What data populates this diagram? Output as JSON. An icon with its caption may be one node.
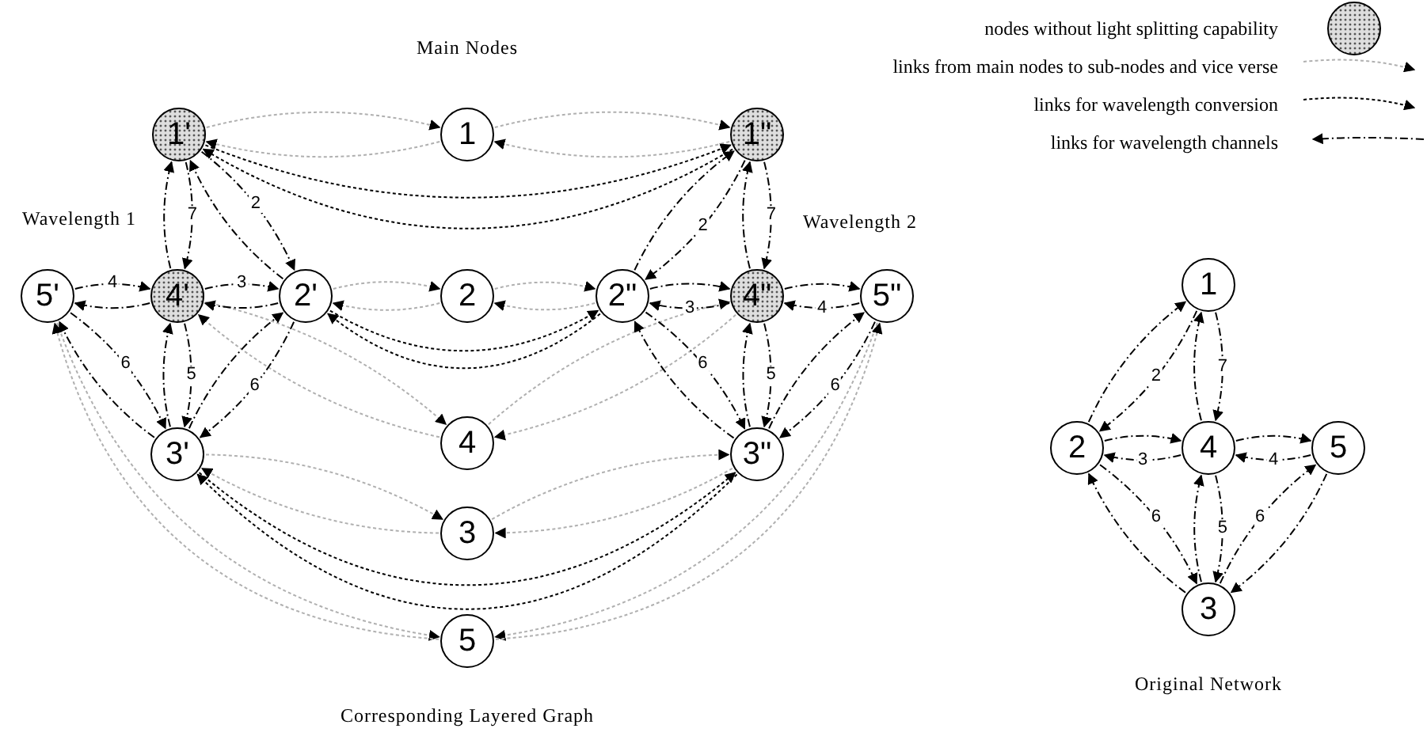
{
  "diagram": {
    "nodes": [
      {
        "text": [
          "1'"
        ]
      },
      {
        "text": [
          "1"
        ]
      },
      {
        "text": [
          "1\""
        ]
      },
      {
        "text": [
          "5'"
        ]
      },
      {
        "text": [
          "4'"
        ]
      },
      {
        "text": [
          "2'"
        ]
      },
      {
        "text": [
          "2"
        ]
      },
      {
        "text": [
          "2\""
        ]
      },
      {
        "text": [
          "4\""
        ]
      },
      {
        "text": [
          "5\""
        ]
      },
      {
        "text": [
          "3'"
        ]
      },
      {
        "text": [
          "4"
        ]
      },
      {
        "text": [
          "3\""
        ]
      },
      {
        "text": [
          "3"
        ]
      },
      {
        "text": [
          "5"
        ]
      },
      {
        "text": [
          "1"
        ]
      },
      {
        "text": [
          "2"
        ]
      },
      {
        "text": [
          "4"
        ]
      },
      {
        "text": [
          "5"
        ]
      },
      {
        "text": [
          "3"
        ]
      },
      {
        "text": [],
        "shape": "circle"
      }
    ],
    "edges": [
      {
        "from": 0,
        "to": 1,
        "arrow": "to",
        "style": "dashed",
        "color": "#b0b0b0"
      },
      {
        "from": 1,
        "to": 0,
        "arrow": "to",
        "style": "dashed",
        "color": "#b0b0b0"
      },
      {
        "from": 1,
        "to": 2,
        "arrow": "to",
        "style": "dashed",
        "color": "#b0b0b0"
      },
      {
        "from": 2,
        "to": 1,
        "arrow": "to",
        "style": "dashed",
        "color": "#b0b0b0"
      },
      {
        "from": 5,
        "to": 6,
        "arrow": "to",
        "style": "dashed",
        "color": "#b0b0b0"
      },
      {
        "from": 6,
        "to": 5,
        "arrow": "to",
        "style": "dashed",
        "color": "#b0b0b0"
      },
      {
        "from": 6,
        "to": 7,
        "arrow": "to",
        "style": "dashed",
        "color": "#b0b0b0"
      },
      {
        "from": 7,
        "to": 6,
        "arrow": "to",
        "style": "dashed",
        "color": "#b0b0b0"
      },
      {
        "from": 4,
        "to": 11,
        "arrow": "to",
        "style": "dashed",
        "color": "#b0b0b0"
      },
      {
        "from": 11,
        "to": 4,
        "arrow": "to",
        "style": "dashed",
        "color": "#b0b0b0"
      },
      {
        "from": 8,
        "to": 11,
        "arrow": "to",
        "style": "dashed",
        "color": "#b0b0b0"
      },
      {
        "from": 11,
        "to": 8,
        "arrow": "to",
        "style": "dashed",
        "color": "#b0b0b0"
      },
      {
        "from": 10,
        "to": 13,
        "arrow": "to",
        "style": "dashed",
        "color": "#b0b0b0"
      },
      {
        "from": 13,
        "to": 10,
        "arrow": "to",
        "style": "dashed",
        "color": "#b0b0b0"
      },
      {
        "from": 12,
        "to": 13,
        "arrow": "to",
        "style": "dashed",
        "color": "#b0b0b0"
      },
      {
        "from": 13,
        "to": 12,
        "arrow": "to",
        "style": "dashed",
        "color": "#b0b0b0"
      },
      {
        "from": 3,
        "to": 14,
        "arrow": "to",
        "style": "dashed",
        "color": "#b0b0b0"
      },
      {
        "from": 14,
        "to": 3,
        "arrow": "to",
        "style": "dashed",
        "color": "#b0b0b0"
      },
      {
        "from": 9,
        "to": 14,
        "arrow": "to",
        "style": "dashed",
        "color": "#b0b0b0"
      },
      {
        "from": 14,
        "to": 9,
        "arrow": "to",
        "style": "dashed",
        "color": "#b0b0b0"
      },
      {
        "from": 0,
        "to": 2,
        "arrow": "to",
        "style": "dashed"
      },
      {
        "from": 2,
        "to": 0,
        "arrow": "to",
        "style": "dashed"
      },
      {
        "from": 5,
        "to": 7,
        "arrow": "to",
        "style": "dashed"
      },
      {
        "from": 7,
        "to": 5,
        "arrow": "to",
        "style": "dashed"
      },
      {
        "from": 10,
        "to": 12,
        "arrow": "to",
        "style": "dashed"
      },
      {
        "from": 12,
        "to": 10,
        "arrow": "to",
        "style": "dashed"
      },
      {
        "from": 0,
        "to": 5,
        "arrow": "to",
        "label": "2"
      },
      {
        "from": 5,
        "to": 0,
        "arrow": "to"
      },
      {
        "from": 0,
        "to": 4,
        "arrow": "to",
        "label": "7"
      },
      {
        "from": 4,
        "to": 0,
        "arrow": "to"
      },
      {
        "from": 4,
        "to": 5,
        "arrow": "to",
        "label": "3"
      },
      {
        "from": 5,
        "to": 4,
        "arrow": "to"
      },
      {
        "from": 3,
        "to": 4,
        "arrow": "to",
        "label": "4"
      },
      {
        "from": 4,
        "to": 3,
        "arrow": "to"
      },
      {
        "from": 3,
        "to": 10,
        "arrow": "to",
        "label": "6"
      },
      {
        "from": 10,
        "to": 3,
        "arrow": "to"
      },
      {
        "from": 4,
        "to": 10,
        "arrow": "to",
        "label": "5"
      },
      {
        "from": 10,
        "to": 4,
        "arrow": "to"
      },
      {
        "from": 5,
        "to": 10,
        "arrow": "to",
        "label": "6"
      },
      {
        "from": 10,
        "to": 5,
        "arrow": "to"
      },
      {
        "from": 2,
        "to": 7,
        "arrow": "to",
        "label": "2"
      },
      {
        "from": 7,
        "to": 2,
        "arrow": "to"
      },
      {
        "from": 2,
        "to": 8,
        "arrow": "to",
        "label": "7"
      },
      {
        "from": 8,
        "to": 2,
        "arrow": "to"
      },
      {
        "from": 8,
        "to": 7,
        "arrow": "to",
        "label": "3"
      },
      {
        "from": 7,
        "to": 8,
        "arrow": "to"
      },
      {
        "from": 9,
        "to": 8,
        "arrow": "to",
        "label": "4"
      },
      {
        "from": 8,
        "to": 9,
        "arrow": "to"
      },
      {
        "from": 9,
        "to": 12,
        "arrow": "to",
        "label": "6"
      },
      {
        "from": 12,
        "to": 9,
        "arrow": "to"
      },
      {
        "from": 8,
        "to": 12,
        "arrow": "to",
        "label": "5"
      },
      {
        "from": 12,
        "to": 8,
        "arrow": "to"
      },
      {
        "from": 7,
        "to": 12,
        "arrow": "to",
        "label": "6"
      },
      {
        "from": 12,
        "to": 7,
        "arrow": "to"
      },
      {
        "from": 15,
        "to": 16,
        "arrow": "to",
        "label": "2"
      },
      {
        "from": 16,
        "to": 15,
        "arrow": "to"
      },
      {
        "from": 15,
        "to": 17,
        "arrow": "to",
        "label": "7"
      },
      {
        "from": 17,
        "to": 15,
        "arrow": "to"
      },
      {
        "from": 17,
        "to": 16,
        "arrow": "to",
        "label": "3"
      },
      {
        "from": 16,
        "to": 17,
        "arrow": "to"
      },
      {
        "from": 18,
        "to": 17,
        "arrow": "to",
        "label": "4"
      },
      {
        "from": 17,
        "to": 18,
        "arrow": "to"
      },
      {
        "from": 17,
        "to": 19,
        "arrow": "to",
        "label": "5"
      },
      {
        "from": 19,
        "to": 17,
        "arrow": "to"
      },
      {
        "from": 16,
        "to": 19,
        "arrow": "to",
        "label": "6"
      },
      {
        "from": 19,
        "to": 16,
        "arrow": "to"
      },
      {
        "from": 19,
        "to": 18,
        "arrow": "to",
        "label": "6"
      },
      {
        "from": 18,
        "to": 19,
        "arrow": "to"
      }
    ],
    "labels": [
      "Main Nodes",
      "Wavelength 1",
      "Wavelength 2",
      "Corresponding Layered Graph",
      "Original Network"
    ],
    "legend": [
      {
        "text": "nodes without light splitting capability"
      },
      {
        "text": "links from main nodes to sub-nodes and vice verse"
      },
      {
        "text": "links for wavelength conversion"
      },
      {
        "text": "links for wavelength channels"
      }
    ]
  }
}
